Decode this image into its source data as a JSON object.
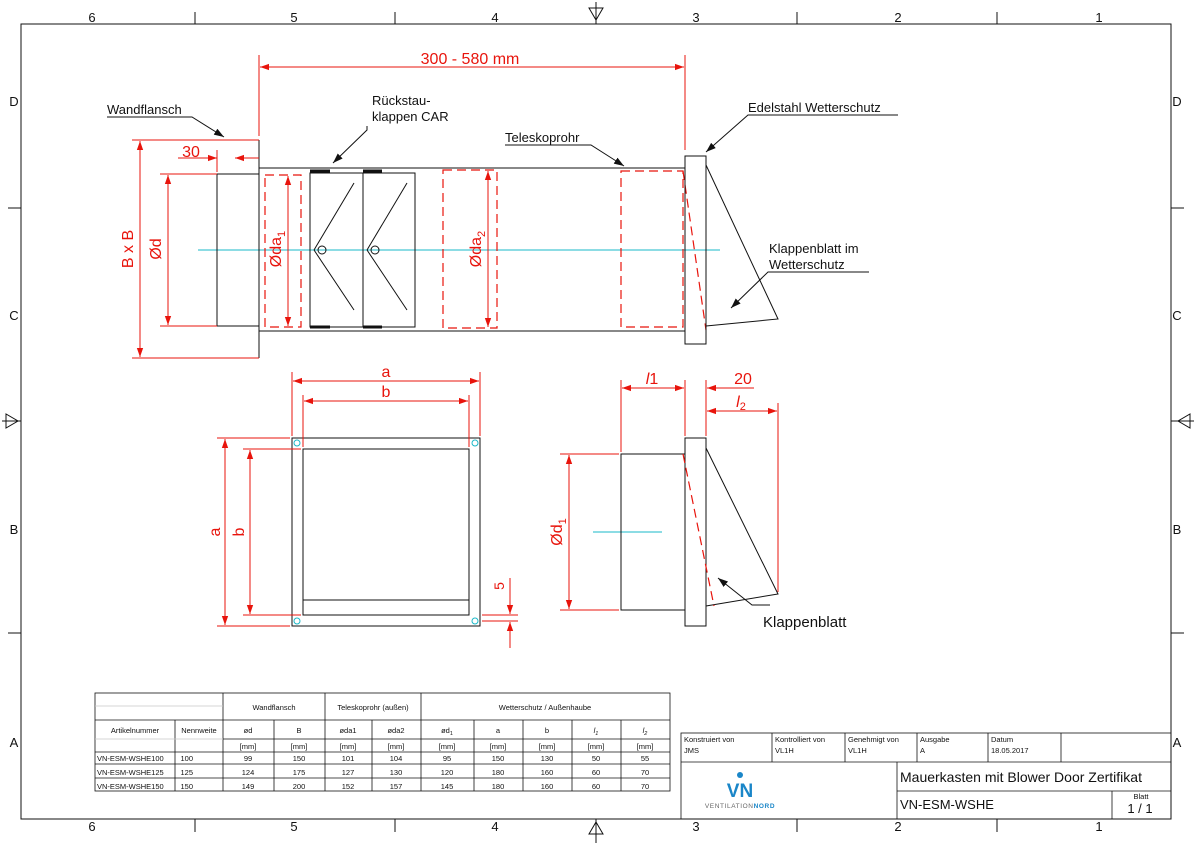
{
  "frame": {
    "columns_top": [
      "6",
      "5",
      "4",
      "3",
      "2",
      "1"
    ],
    "columns_bottom": [
      "6",
      "5",
      "4",
      "3",
      "2",
      "1"
    ],
    "rows_left": [
      "D",
      "C",
      "B",
      "A"
    ],
    "rows_right": [
      "D",
      "C",
      "B",
      "A"
    ]
  },
  "drawing": {
    "length_dim": "300 - 580 mm",
    "flange_dim": "30",
    "label_bxb": "B x B",
    "label_od": "Ød",
    "label_oda1": "Øda",
    "label_oda1_sub": "1",
    "label_oda2": "Øda",
    "label_oda2_sub": "2",
    "label_a_top": "a",
    "label_b_top": "b",
    "label_a_side": "a",
    "label_b_side": "b",
    "dim_5": "5",
    "label_l1": "l",
    "label_l1_num": "1",
    "dim_20": "20",
    "label_l2": "l",
    "label_l2_sub": "2",
    "label_od1": "Ød",
    "label_od1_sub": "1"
  },
  "annotations": {
    "wandflansch": "Wandflansch",
    "rueckstau_line1": "Rückstau-",
    "rueckstau_line2": "klappen CAR",
    "teleskoprohr": "Teleskoprohr",
    "edelstahl": "Edelstahl Wetterschutz",
    "klappenblatt_im_line1": "Klappenblatt im",
    "klappenblatt_im_line2": "Wetterschutz",
    "klappenblatt": "Klappenblatt"
  },
  "table": {
    "group_headers": [
      "Wandflansch",
      "Teleskoprohr (außen)",
      "Wetterschutz / Außenhaube"
    ],
    "col_headers": [
      "Artikelnummer",
      "Nennweite",
      "ød",
      "B",
      "øda1",
      "øda2",
      "ød",
      "a",
      "b",
      "l",
      "l"
    ],
    "col_header_subs": [
      "",
      "",
      "",
      "",
      "",
      "",
      "1",
      "",
      "",
      "1",
      "2"
    ],
    "units": [
      "",
      "",
      "[mm]",
      "[mm]",
      "[mm]",
      "[mm]",
      "[mm]",
      "[mm]",
      "[mm]",
      "[mm]",
      "[mm]"
    ],
    "rows": [
      [
        "VN-ESM-WSHE100",
        "100",
        "99",
        "150",
        "101",
        "104",
        "95",
        "150",
        "130",
        "50",
        "55"
      ],
      [
        "VN-ESM-WSHE125",
        "125",
        "124",
        "175",
        "127",
        "130",
        "120",
        "180",
        "160",
        "60",
        "70"
      ],
      [
        "VN-ESM-WSHE150",
        "150",
        "149",
        "200",
        "152",
        "157",
        "145",
        "180",
        "160",
        "60",
        "70"
      ]
    ]
  },
  "title_block": {
    "konstruiert_label": "Konstruiert von",
    "konstruiert_value": "JMS",
    "kontrolliert_label": "Kontrolliert von",
    "kontrolliert_value": "VL1H",
    "genehmigt_label": "Genehmigt von",
    "genehmigt_value": "VL1H",
    "ausgabe_label": "Ausgabe",
    "ausgabe_value": "A",
    "datum_label": "Datum",
    "datum_value": "18.05.2017",
    "title": "Mauerkasten mit Blower Door Zertifikat",
    "drawing_number": "VN-ESM-WSHE",
    "blatt_label": "Blatt",
    "blatt_value": "1 / 1",
    "logo_letters": "VN",
    "logo_text_a": "VENTILATION",
    "logo_text_b": "NORD"
  },
  "colors": {
    "dimension": "#e8140c",
    "outline": "#111111",
    "centerline": "#1ab8c8",
    "logo_blue": "#1a86c8"
  }
}
